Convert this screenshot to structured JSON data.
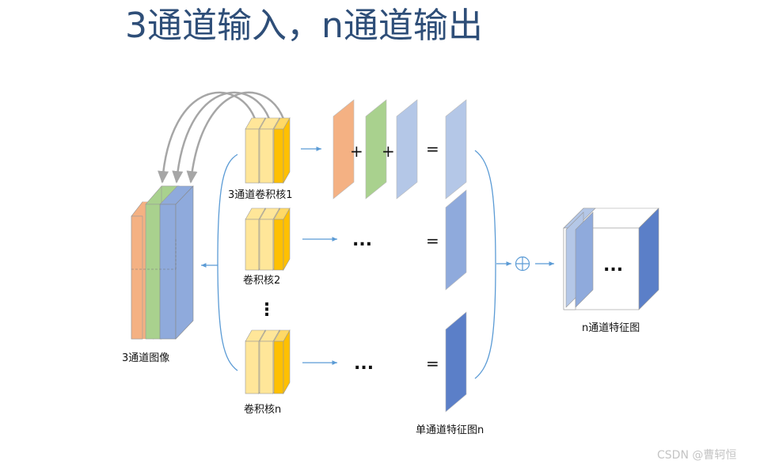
{
  "title": "3通道输入，n通道输出",
  "labels": {
    "input_image": "3通道图像",
    "kernel1": "3通道卷积核1",
    "kernel2": "卷积核2",
    "kerneln": "卷积核n",
    "single_map": "单通道特征图n",
    "output_map": "n通道特征图"
  },
  "operators": {
    "plus": "+",
    "equals": "=",
    "ellipsis": "...",
    "vdots": "⋮",
    "oplus": "⊕"
  },
  "watermark": "CSDN @曹轲恒",
  "colors": {
    "orange": "#F4B183",
    "green": "#A9D18E",
    "blue_light": "#B4C7E7",
    "blue_mid": "#8FAADC",
    "blue_dark": "#5B7FC8",
    "yellow": "#FFD966",
    "yellow_light": "#FFE699",
    "arrow": "#5B9BD5",
    "bracket": "#5B9BD5",
    "curve": "#A6A6A6",
    "title": "#2E4E78"
  }
}
